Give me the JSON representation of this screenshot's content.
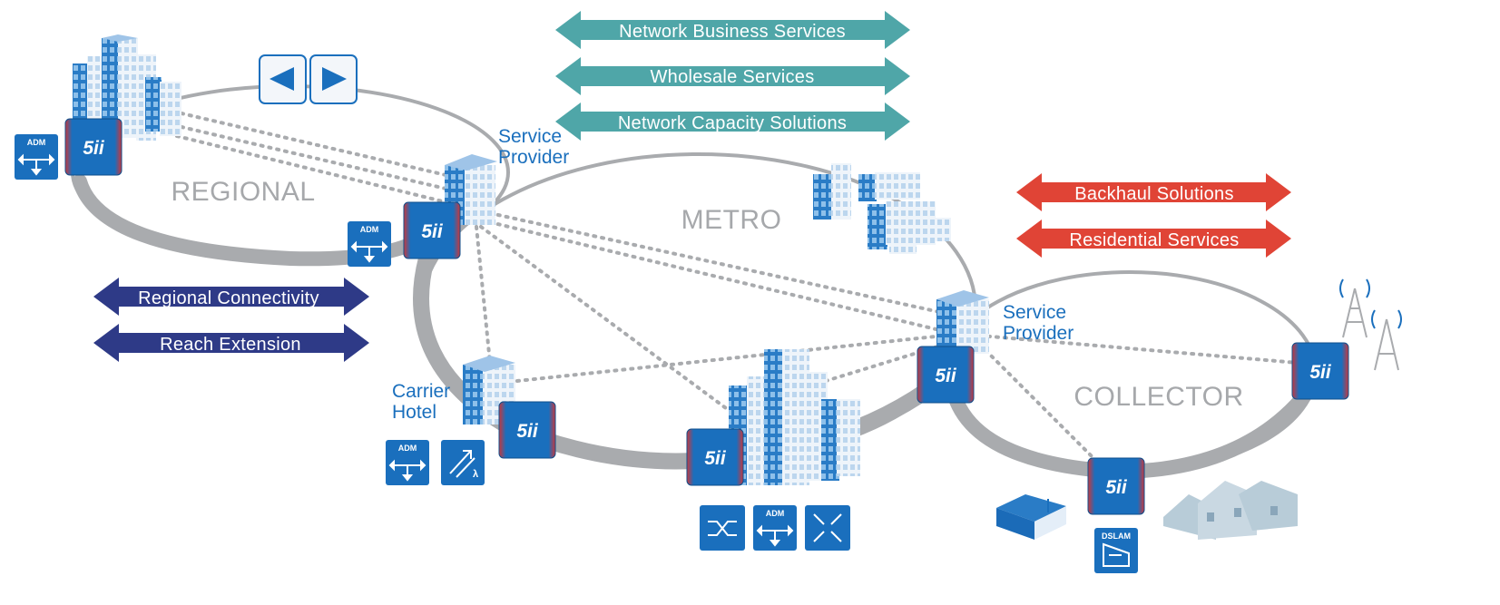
{
  "rings": {
    "regional": "REGIONAL",
    "metro": "METRO",
    "collector": "COLLECTOR"
  },
  "service_arrows": {
    "teal": [
      "Network Business Services",
      "Wholesale Services",
      "Network Capacity Solutions"
    ],
    "red": [
      "Backhaul Solutions",
      "Residential Services"
    ],
    "navy": [
      "Regional Connectivity",
      "Reach Extension"
    ]
  },
  "site_labels": {
    "service_provider_top": [
      "Service",
      "Provider"
    ],
    "service_provider_right": [
      "Service",
      "Provider"
    ],
    "carrier_hotel": [
      "Carrier",
      "Hotel"
    ]
  },
  "node_logo": "5ii",
  "equipment": {
    "adm": "ADM",
    "dslam": "DSLAM",
    "lambda": "λ"
  },
  "colors": {
    "teal": "#4fa6a8",
    "red": "#e04436",
    "navy": "#2e3a87",
    "blue": "#1a6fbd",
    "ring": "#a9abae",
    "ring_label": "#a6a8ab"
  },
  "icons": {
    "nav_prev": "triangle-left-icon",
    "nav_next": "triangle-right-icon"
  }
}
